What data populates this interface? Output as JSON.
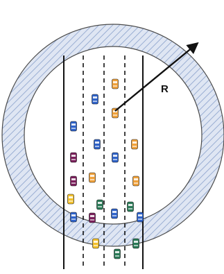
{
  "diagram": {
    "radius_label": "R",
    "colors": {
      "ring_stroke": "#4a4a4a",
      "ring_fill": "#dfe6f3",
      "ring_hatch": "#9aaed3",
      "road_lines": "#111111",
      "arrow": "#111111",
      "car_blue": "#2f63c9",
      "car_orange": "#f0a13a",
      "car_purple": "#7a1f5b",
      "car_green": "#2a7a57",
      "car_yellow": "#f3c12c"
    },
    "vehicles": [
      {
        "color": "orange",
        "icon": "car-icon"
      },
      {
        "color": "blue",
        "icon": "car-icon"
      },
      {
        "color": "orange",
        "icon": "car-icon"
      },
      {
        "color": "blue",
        "icon": "car-icon"
      },
      {
        "color": "blue",
        "icon": "car-icon"
      },
      {
        "color": "orange",
        "icon": "car-icon"
      },
      {
        "color": "purple",
        "icon": "car-icon"
      },
      {
        "color": "blue",
        "icon": "car-icon"
      },
      {
        "color": "orange",
        "icon": "car-icon"
      },
      {
        "color": "purple",
        "icon": "car-icon"
      },
      {
        "color": "orange",
        "icon": "car-icon"
      },
      {
        "color": "yellow",
        "icon": "car-icon"
      },
      {
        "color": "green",
        "icon": "car-icon"
      },
      {
        "color": "green",
        "icon": "car-icon"
      },
      {
        "color": "blue",
        "icon": "car-icon"
      },
      {
        "color": "purple",
        "icon": "car-icon"
      },
      {
        "color": "blue",
        "icon": "car-icon"
      },
      {
        "color": "blue",
        "icon": "car-icon"
      },
      {
        "color": "yellow",
        "icon": "car-icon"
      },
      {
        "color": "green",
        "icon": "car-icon"
      },
      {
        "color": "green",
        "icon": "car-icon"
      }
    ]
  }
}
